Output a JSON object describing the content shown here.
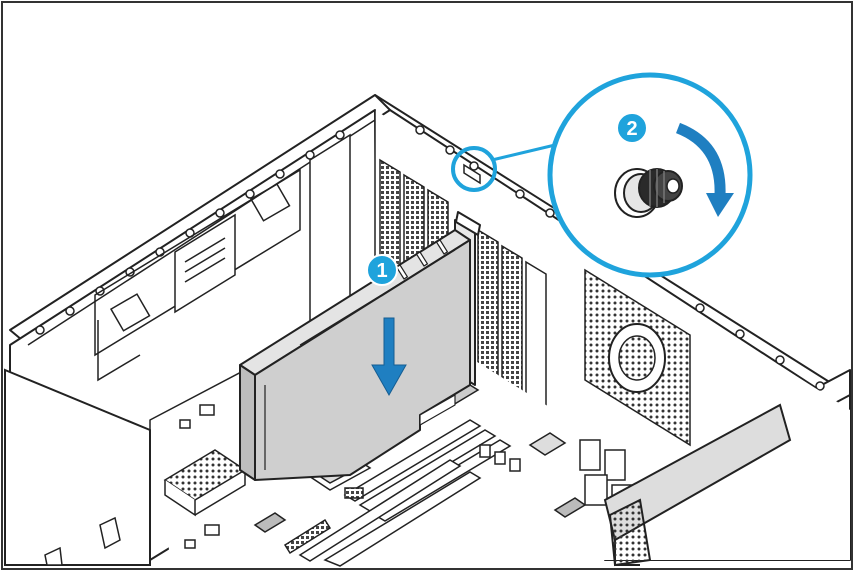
{
  "diagram": {
    "steps": [
      {
        "label": "1",
        "action": "insert-card"
      },
      {
        "label": "2",
        "action": "tighten-thumbscrew"
      }
    ],
    "colors": {
      "accent": "#1fa3dc",
      "accent_dark": "#1585c0",
      "line": "#222222",
      "card_fill": "#cfcfcf",
      "card_top": "#e4e4e4",
      "arrow": "#1f7fc1"
    },
    "icons": [
      "down-arrow-icon",
      "clockwise-arrow-icon",
      "thumbscrew-icon"
    ]
  }
}
